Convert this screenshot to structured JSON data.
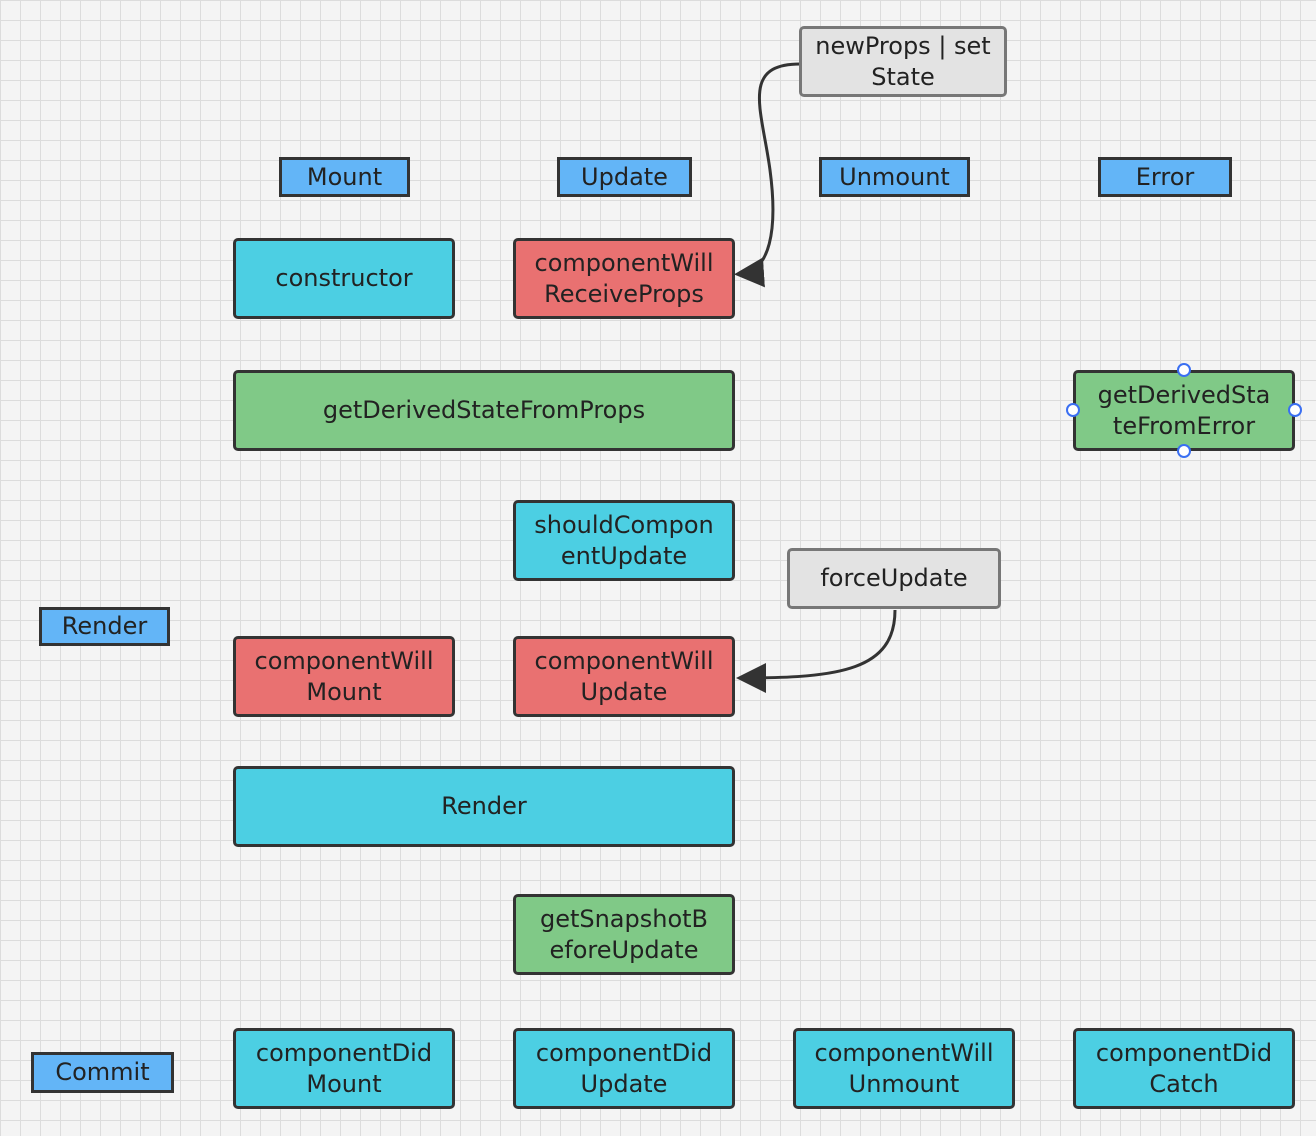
{
  "phases": {
    "mount": "Mount",
    "update": "Update",
    "unmount": "Unmount",
    "error": "Error",
    "render": "Render",
    "commit": "Commit"
  },
  "triggers": {
    "new_props": "newProps | setState",
    "force_update": "forceUpdate"
  },
  "methods": {
    "constructor": "constructor",
    "component_will_receive_props": "componentWill\nReceiveProps",
    "get_derived_state_from_props": "getDerivedStateFromProps",
    "get_derived_state_from_error": "getDerivedSta\nteFromError",
    "should_component_update": "shouldCompon\nentUpdate",
    "component_will_mount": "componentWill\nMount",
    "component_will_update": "componentWill\nUpdate",
    "render": "Render",
    "get_snapshot_before_update": "getSnapshotB\neforeUpdate",
    "component_did_mount": "componentDid\nMount",
    "component_did_update": "componentDid\nUpdate",
    "component_will_unmount": "componentWill\nUnmount",
    "component_did_catch": "componentDid\nCatch"
  },
  "colors": {
    "blue_box": "#4ccfe3",
    "red_box": "#e97171",
    "green_box": "#80c987",
    "gray_box": "#e3e3e3",
    "phase_label": "#63b5f7",
    "selection_handle": "#3a6ff2"
  }
}
